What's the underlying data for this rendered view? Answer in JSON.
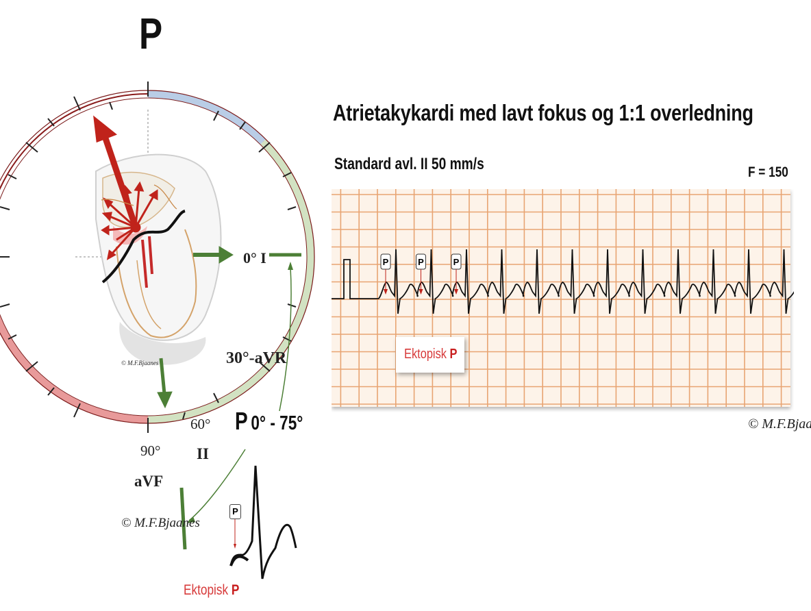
{
  "heading_letter": "P",
  "title": "Atrietakykardi med lavt fokus og 1:1 overledning",
  "subtitle": "Standard avl. II  50 mm/s",
  "rate": "F = 150",
  "axis_labels": {
    "zero": "0° I",
    "thirty": "30°-aVR",
    "sixty": "60°",
    "lead_ii": "II",
    "ninety": "90°",
    "avf": "aVF"
  },
  "p_axis": {
    "letter": "P",
    "range": "0°  -  75°"
  },
  "p_marker": "P",
  "ectopic_label": {
    "word": "Ektopisk",
    "letter": "P"
  },
  "copyright": {
    "ecg": "© M.F.Bjaanes",
    "axis": "© M.F.Bjaanes",
    "heart": "© M.F.Bjaanes"
  },
  "colors": {
    "grid": "#e8a472",
    "ecg_bg": "#fdf3e9",
    "arrow_green": "#4c7f36",
    "arrow_red": "#c0231b",
    "rim_blue": "#b9cde6",
    "rim_green": "#d2e2c2",
    "rim_red": "#e89a9a"
  }
}
